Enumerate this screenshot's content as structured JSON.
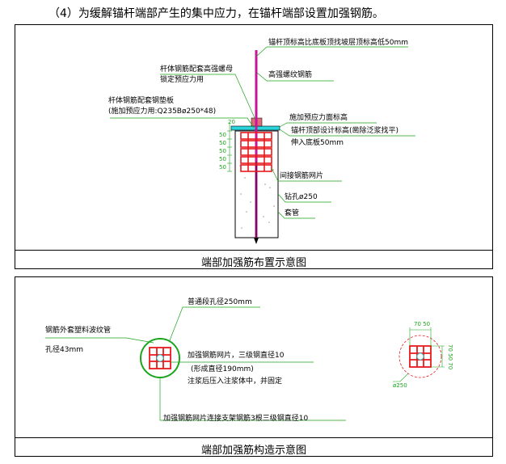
{
  "heading": "（4）为缓解锚杆端部产生的集中应力，在锚杆端部设置加强钢筋。",
  "figure1": {
    "caption": "端部加强筋布置示意图",
    "labels": {
      "top_note": "锚杆顶标高比底板顶找坡层顶标高低50mm",
      "nut": "杆体钢筋配套高强螺母",
      "nut2": "锁定预应力用",
      "rebar": "高强螺纹钢筋",
      "plate": "杆体钢筋配套钢垫板",
      "plate2": "(施加预应力用:Q235Bø250*48)",
      "surface": "施加预应力面标高",
      "top_design": "锚杆顶部设计标高(凿除泛浆找平)",
      "embed": "伸入底板50mm",
      "mesh": "间接钢筋网片",
      "bore": "钻孔ø250",
      "casing": "套管",
      "dim_20": "20",
      "dim_50_list": [
        "50",
        "50",
        "50",
        "50",
        "50"
      ]
    }
  },
  "figure2": {
    "caption": "端部加强筋构造示意图",
    "labels": {
      "hole": "普通段孔径250mm",
      "sleeve": "钢筋外套塑料波纹管",
      "hole43": "孔径43mm",
      "mesh": "加强钢筋网片，三级钢直径10",
      "formed": "(形成直径190mm)",
      "grout": "注浆后压入注浆体中，并固定",
      "support": "加强钢筋网片连接支架钢筋3根三级钢直径10",
      "dim_top": "70  50",
      "dim_side": "70 50 70",
      "dia": "ø250"
    }
  },
  "colors": {
    "rebar": "#c8149a",
    "mesh": "#e8191d",
    "green": "#1aa51a",
    "cap": "#2ad4dc"
  }
}
